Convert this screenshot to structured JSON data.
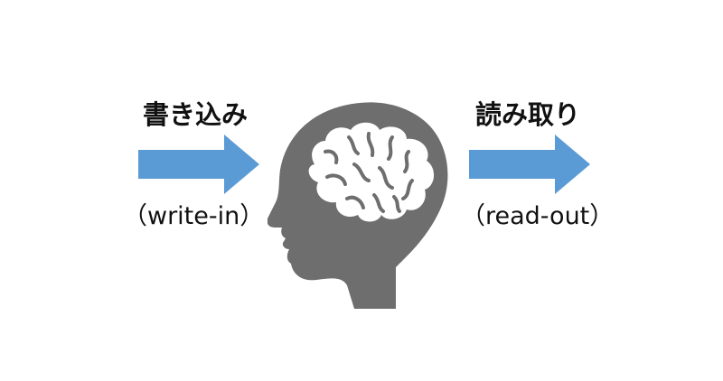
{
  "diagram": {
    "left": {
      "label": "書き込み",
      "sublabel": "（write-in）"
    },
    "right": {
      "label": "読み取り",
      "sublabel": "（read-out）"
    },
    "center_icon": "head-brain-icon",
    "colors": {
      "arrow": "#5b9bd5",
      "head": "#6e6e6e",
      "brain": "#ffffff"
    }
  }
}
